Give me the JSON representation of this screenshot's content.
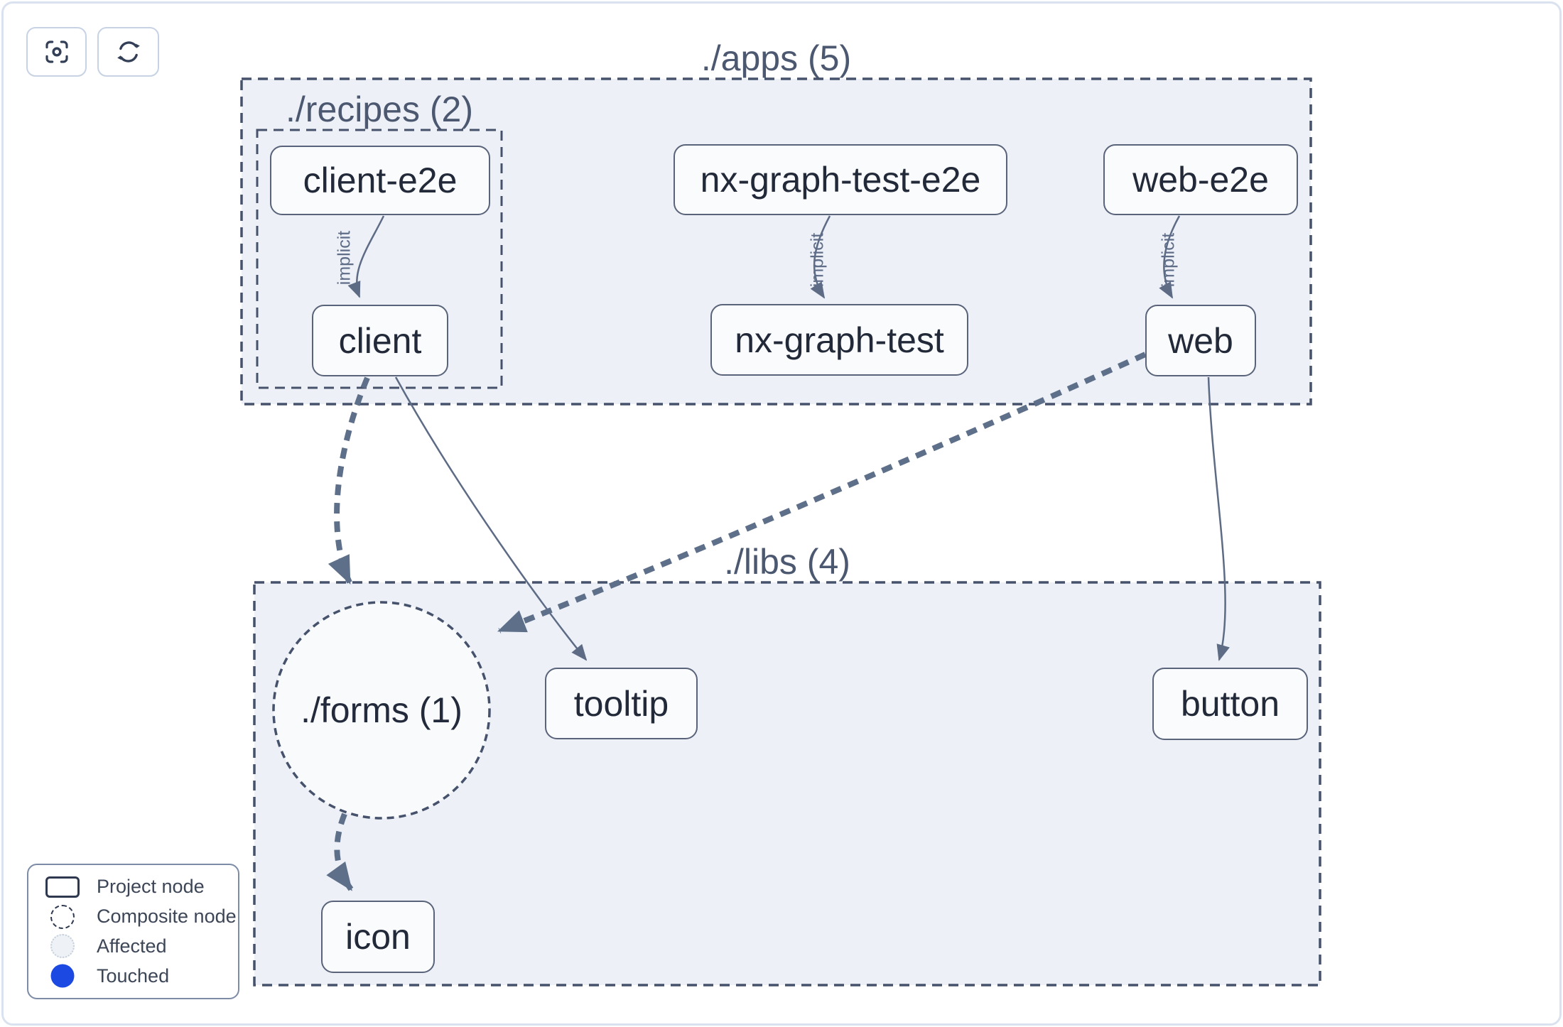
{
  "toolbar": {
    "focus_button": {
      "icon": "crosshair-focus-icon"
    },
    "refresh_button": {
      "icon": "refresh-icon"
    }
  },
  "groups": {
    "apps": {
      "label": "./apps (5)"
    },
    "recipes": {
      "label": "./recipes (2)"
    },
    "libs": {
      "label": "./libs (4)"
    },
    "forms": {
      "label": "./forms (1)"
    }
  },
  "nodes": {
    "client_e2e": {
      "label": "client-e2e"
    },
    "nx_graph_test_e2e": {
      "label": "nx-graph-test-e2e"
    },
    "web_e2e": {
      "label": "web-e2e"
    },
    "client": {
      "label": "client"
    },
    "nx_graph_test": {
      "label": "nx-graph-test"
    },
    "web": {
      "label": "web"
    },
    "tooltip": {
      "label": "tooltip"
    },
    "button": {
      "label": "button"
    },
    "icon": {
      "label": "icon"
    }
  },
  "edges": [
    {
      "from": "client-e2e",
      "to": "client",
      "style": "implicit",
      "label": "implicit"
    },
    {
      "from": "nx-graph-test-e2e",
      "to": "nx-graph-test",
      "style": "implicit",
      "label": "implicit"
    },
    {
      "from": "web-e2e",
      "to": "web",
      "style": "implicit",
      "label": "implicit"
    },
    {
      "from": "client",
      "to": "./forms (1)",
      "style": "dashed-dependency",
      "label": ""
    },
    {
      "from": "web",
      "to": "./forms (1)",
      "style": "dashed-dependency",
      "label": ""
    },
    {
      "from": "./forms (1)",
      "to": "icon",
      "style": "dashed-dependency",
      "label": ""
    },
    {
      "from": "client",
      "to": "tooltip",
      "style": "dependency",
      "label": ""
    },
    {
      "from": "web",
      "to": "button",
      "style": "dependency",
      "label": ""
    }
  ],
  "legend": {
    "items": [
      {
        "swatch": "project-node-swatch",
        "label": "Project node"
      },
      {
        "swatch": "composite-node-swatch",
        "label": "Composite node"
      },
      {
        "swatch": "affected-swatch",
        "label": "Affected"
      },
      {
        "swatch": "touched-swatch",
        "label": "Touched"
      }
    ]
  },
  "colors": {
    "touched": "#1b49e2",
    "container_fill": "#edf1f7",
    "dashed_border": "#46526b",
    "node_border": "#596379",
    "edge": "#5d6b85",
    "thick_edge": "#5e6f89"
  }
}
